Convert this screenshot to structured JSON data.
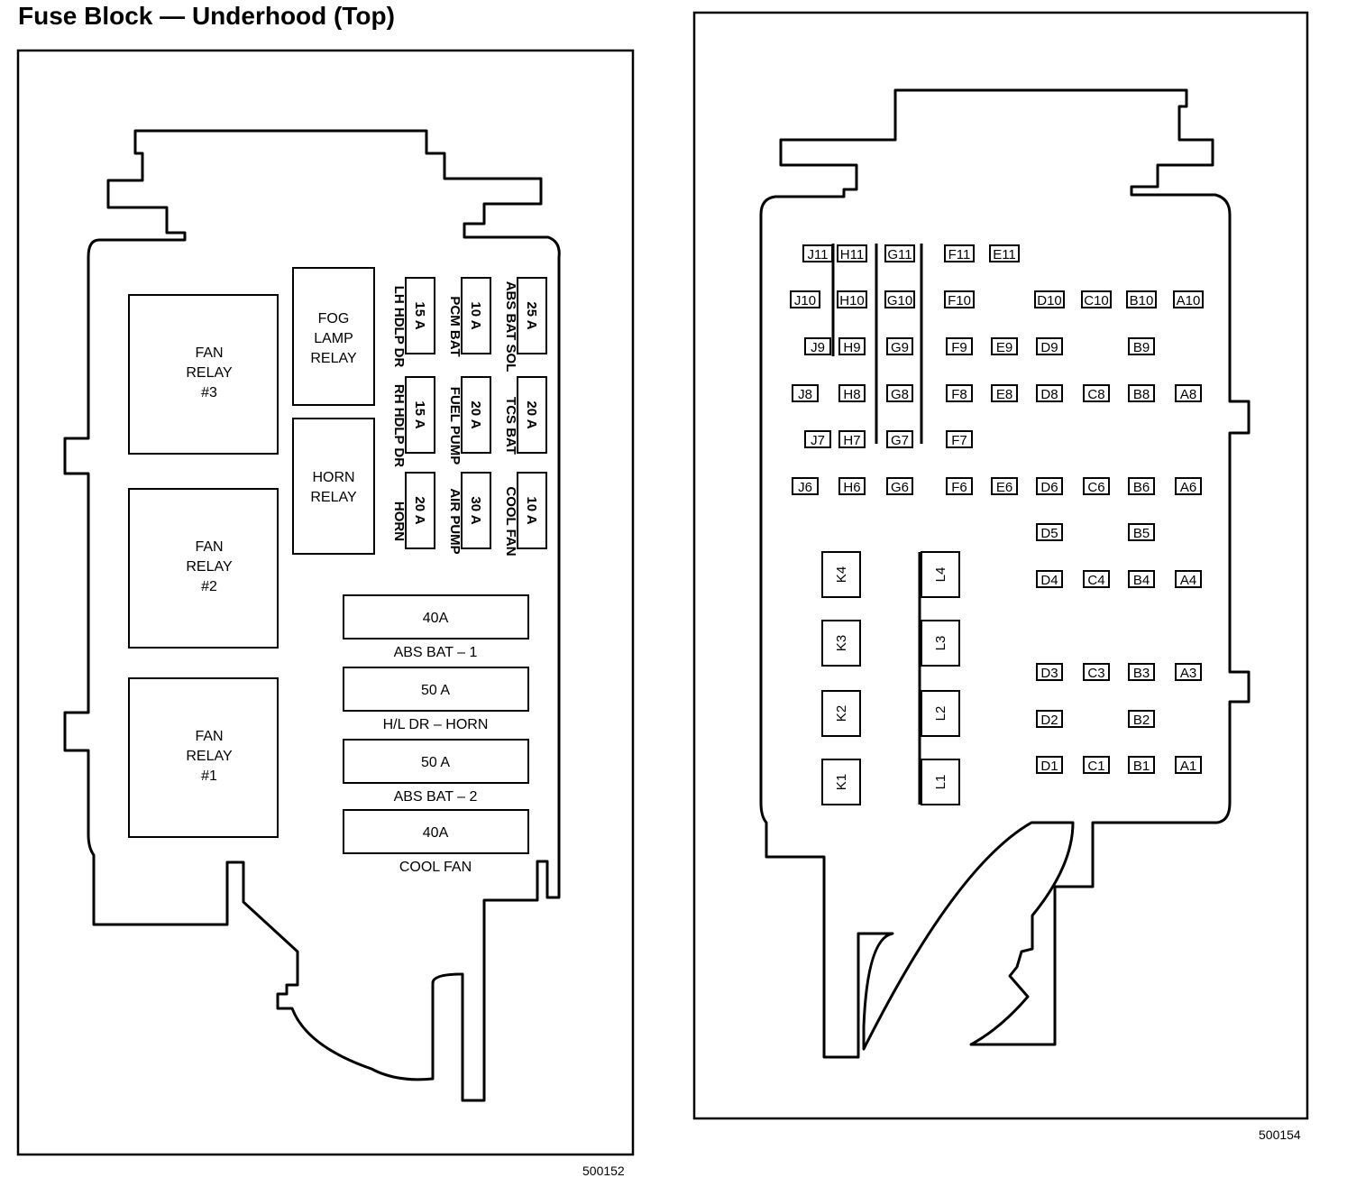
{
  "title": "Fuse Block — Underhood (Top)",
  "figure_codes": {
    "left": "500152",
    "right": "500154"
  },
  "left_block": {
    "fan_relays": [
      {
        "lines": [
          "FAN",
          "RELAY",
          "#3"
        ]
      },
      {
        "lines": [
          "FAN",
          "RELAY",
          "#2"
        ]
      },
      {
        "lines": [
          "FAN",
          "RELAY",
          "#1"
        ]
      }
    ],
    "relays": [
      {
        "lines": [
          "FOG",
          "LAMP",
          "RELAY"
        ]
      },
      {
        "lines": [
          "HORN",
          "RELAY"
        ]
      }
    ],
    "mini_fuses": [
      [
        {
          "rating": "15 A",
          "label": "LH HDLP DR"
        },
        {
          "rating": "10 A",
          "label": "PCM BAT"
        },
        {
          "rating": "25 A",
          "label": "ABS BAT SOL"
        }
      ],
      [
        {
          "rating": "15 A",
          "label": "RH HDLP DR"
        },
        {
          "rating": "20 A",
          "label": "FUEL PUMP"
        },
        {
          "rating": "20 A",
          "label": "TCS BAT"
        }
      ],
      [
        {
          "rating": "20 A",
          "label": "HORN"
        },
        {
          "rating": "30 A",
          "label": "AIR PUMP"
        },
        {
          "rating": "10 A",
          "label": "COOL FAN"
        }
      ]
    ],
    "maxi_fuses": [
      {
        "rating": "40A",
        "label": "ABS BAT – 1"
      },
      {
        "rating": "50 A",
        "label": "H/L DR – HORN"
      },
      {
        "rating": "50 A",
        "label": "ABS BAT – 2"
      },
      {
        "rating": "40A",
        "label": "COOL FAN"
      }
    ]
  },
  "right_block": {
    "grid_cells": [
      [
        "J11",
        "H11",
        "G11",
        "F11",
        "E11"
      ],
      [
        "J10",
        "H10",
        "G10",
        "F10",
        "D10",
        "C10",
        "B10",
        "A10"
      ],
      [
        "J9",
        "H9",
        "G9",
        "F9",
        "E9",
        "D9",
        "B9"
      ],
      [
        "J8",
        "H8",
        "G8",
        "F8",
        "E8",
        "D8",
        "C8",
        "B8",
        "A8"
      ],
      [
        "J7",
        "H7",
        "G7",
        "F7"
      ],
      [
        "J6",
        "H6",
        "G6",
        "F6",
        "E6",
        "D6",
        "C6",
        "B6",
        "A6"
      ],
      [
        "D5",
        "B5"
      ],
      [
        "D4",
        "C4",
        "B4",
        "A4"
      ],
      [
        "D3",
        "C3",
        "B3",
        "A3"
      ],
      [
        "D2",
        "B2"
      ],
      [
        "D1",
        "C1",
        "B1",
        "A1"
      ]
    ],
    "k_relays": [
      "K4",
      "K3",
      "K2",
      "K1"
    ],
    "l_relays": [
      "L4",
      "L3",
      "L2",
      "L1"
    ]
  }
}
